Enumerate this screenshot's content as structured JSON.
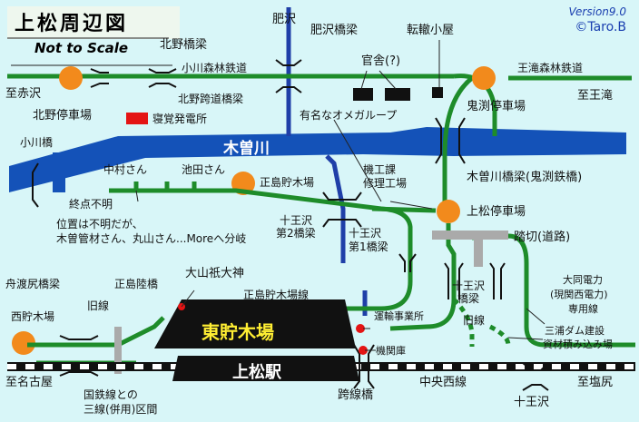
{
  "title": "上松周辺図",
  "scale_note": "Not to Scale",
  "version": "Version9.0",
  "copyright": "©Taro.B",
  "river": "木曽川",
  "big_labels": {
    "yard": "東貯木場",
    "station": "上松駅"
  },
  "colors": {
    "background": "#d8f6f8",
    "river": "#1452b8",
    "forest_railway": "#1e8c2a",
    "station_marker": "#f28a1c",
    "jnr_track": "#111111",
    "road": "#1f3fa8",
    "power_plant": "#e41414"
  },
  "labels": {
    "koezawa": "肥沢",
    "koezawa_bridge": "肥沢橋梁",
    "tenteki_hut": "転轍小屋",
    "kitano_bridge": "北野橋梁",
    "ogawa_railway": "小川森林鉄道",
    "kansha": "官舎(?)",
    "outaki_railway": "王滝森林鉄道",
    "to_akasawa": "至赤沢",
    "kitano_overpass": "北野跨道橋梁",
    "to_outaki": "至王滝",
    "kitano_stop": "北野停車場",
    "nezame_power": "寝覚発電所",
    "famous_group": "有名なオメガループ",
    "onibuchi_stop": "鬼渕停車場",
    "ogawa_bridge": "小川橋",
    "kiso_bridge": "木曽川橋梁(鬼渕鉄橋)",
    "nakamura": "中村さん",
    "ikeda": "池田さん",
    "kiko_1": "機工課",
    "kiko_2": "修理工場",
    "masashima_yard": "正島貯木場",
    "end_unknown": "終点不明",
    "agematsu_stop": "上松停車場",
    "jyuo_2": "十王沢",
    "jyuo_2b": "第2橋梁",
    "jyuo_1": "十王沢",
    "jyuo_1b": "第1橋梁",
    "crossing": "踏切(道路)",
    "note1": "位置は不明だが、",
    "note2": "木曽管材さん、丸山さん...Moreへ分岐",
    "ooyama": "大山祇大神",
    "funato": "舟渡尻橋梁",
    "masashima_land": "正島陸橋",
    "masashima_line": "正島貯木場線",
    "jyuo_bridge_1": "十王沢",
    "jyuo_bridge_2": "橋梁",
    "daido_1": "大同電力",
    "daido_2": "(現関西電力)",
    "daido_3": "専用線",
    "nishi_yard": "西貯木場",
    "old_line": "旧線",
    "unyu": "運輸事業所",
    "old_line2": "旧線",
    "miura_1": "三浦ダム建設",
    "miura_2": "資材積み込み場",
    "kikanko": "機関庫",
    "to_nagoya": "至名古屋",
    "chuo_line": "中央西線",
    "to_shiojiri": "至塩尻",
    "jnr_note_1": "国鉄線との",
    "jnr_note_2": "三線(併用)区間",
    "overpass": "跨線橋",
    "jyuo_bottom": "十王沢"
  }
}
